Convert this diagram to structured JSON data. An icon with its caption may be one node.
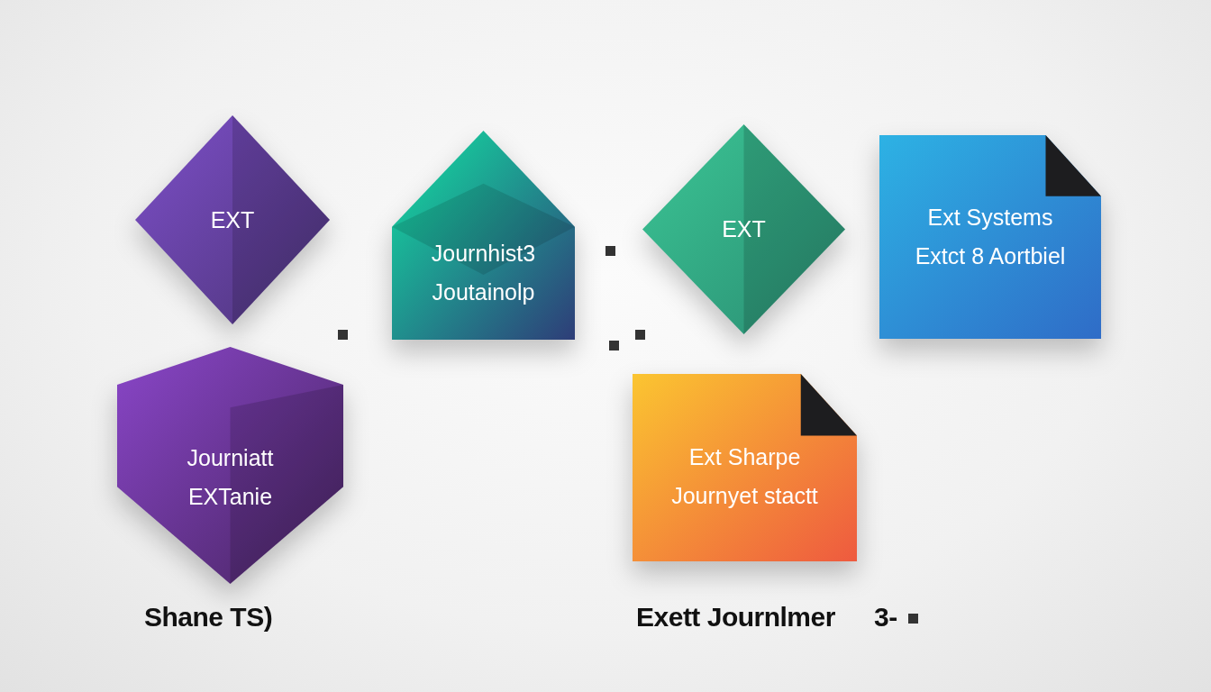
{
  "diagram": {
    "nodes": [
      {
        "text": [
          "EXT"
        ]
      },
      {
        "text": [
          "Journhist3",
          "Joutainolp"
        ]
      },
      {
        "text": [
          "EXT"
        ]
      },
      {
        "text": [
          "Ext Systems",
          "Extct 8 Aortbiel"
        ]
      },
      {
        "text": [
          "Journiatt",
          "EXTanie"
        ]
      },
      {
        "text": [
          "Ext Sharpe",
          "Journyet stactt"
        ]
      }
    ],
    "edges": [],
    "labels": [
      "Shane TS)",
      "Exett Journlmer",
      "3-"
    ]
  }
}
